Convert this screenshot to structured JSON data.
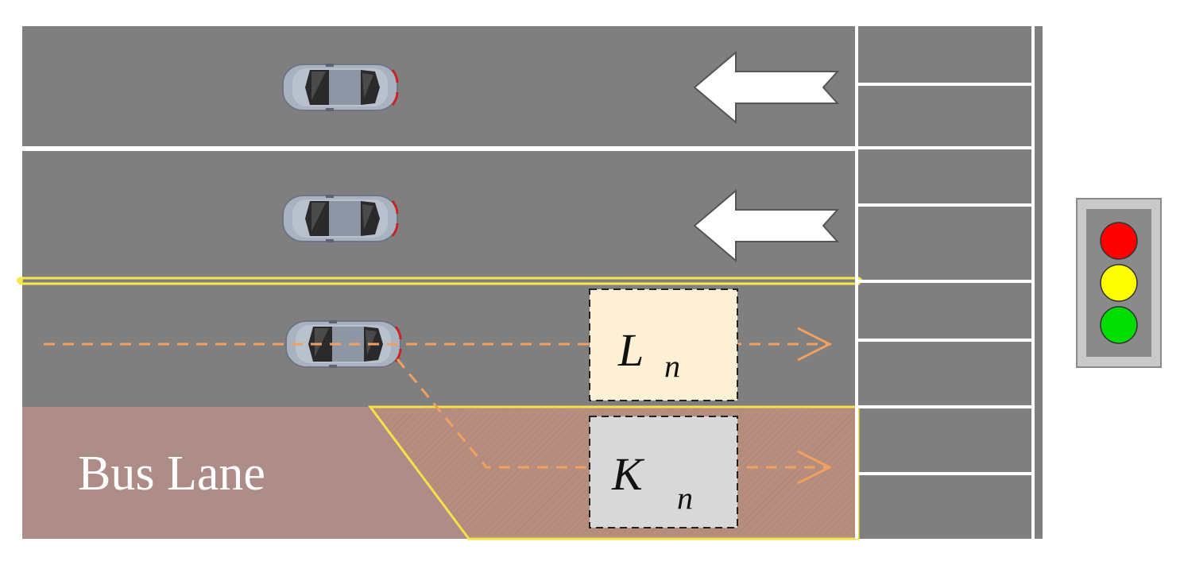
{
  "bus_lane": {
    "label": "Bus Lane"
  },
  "detection_zones": {
    "general_lane": {
      "symbol": "L",
      "subscript": "n"
    },
    "bus_lane": {
      "symbol": "K",
      "subscript": "n"
    }
  },
  "colors": {
    "road": "#7f7f7f",
    "bus_lane": "#ae8c88",
    "lane_marking": "#ffffff",
    "centerline": "#f5e84a",
    "trajectory": "#f0a060",
    "zone_L_fill": "#fdf0d4",
    "zone_K_fill": "#d8d8d8",
    "signal_red": "#ff0000",
    "signal_yellow": "#ffff00",
    "signal_green": "#00dd00"
  },
  "traffic_light": {
    "lamps": [
      "red",
      "yellow",
      "green"
    ]
  },
  "direction_arrows": [
    "left",
    "left"
  ]
}
